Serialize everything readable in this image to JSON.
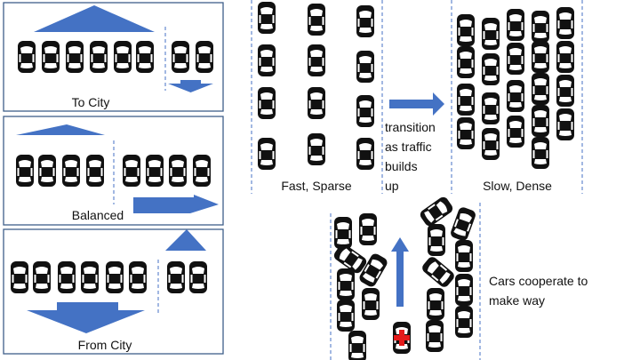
{
  "colors": {
    "panel_border": "#3f5f8a",
    "arrow_fill": "#4472c4",
    "lane_line": "#4472c4",
    "car_body": "#111111",
    "car_glass": "#ffffff",
    "medical_cross": "#e51b1b"
  },
  "icons": [
    "car-icon",
    "ambulance-icon",
    "arrow-up-icon",
    "arrow-down-icon",
    "arrow-right-icon"
  ],
  "panels": {
    "to_city": {
      "label": "To City"
    },
    "balanced": {
      "label": "Balanced"
    },
    "from_city": {
      "label": "From City"
    }
  },
  "traffic": {
    "fast_sparse": {
      "label": "Fast, Sparse"
    },
    "transition": {
      "lines": [
        "transition",
        "as traffic",
        "builds",
        "up"
      ]
    },
    "slow_dense": {
      "label": "Slow, Dense"
    }
  },
  "emergency": {
    "lines": [
      "Cars cooperate to",
      "make way"
    ]
  }
}
